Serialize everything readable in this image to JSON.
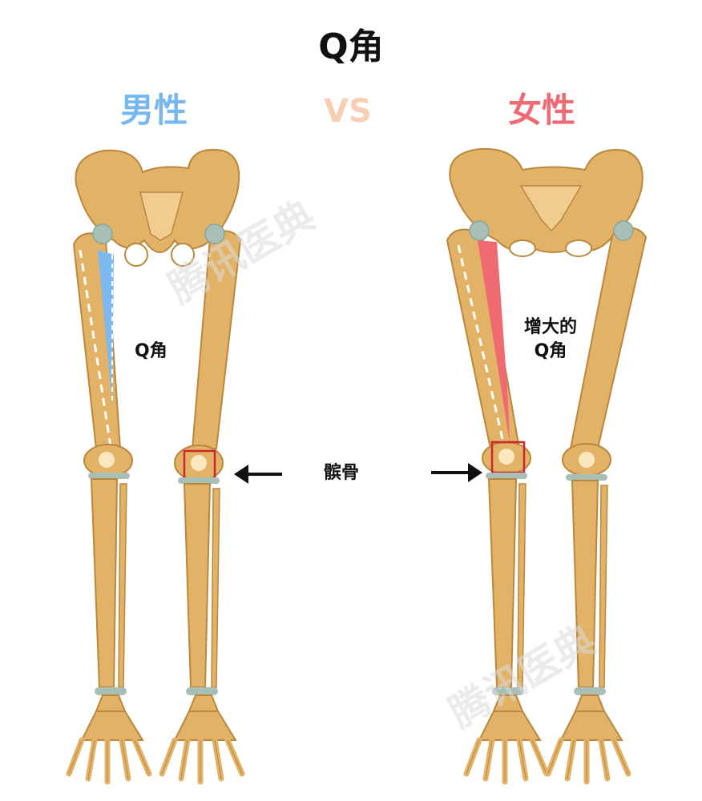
{
  "title": "Q角",
  "labels": {
    "male": "男性",
    "vs": "VS",
    "female": "女性"
  },
  "annotations": {
    "q_angle_male": "Q角",
    "q_angle_female_line1": "增大的",
    "q_angle_female_line2": "Q角",
    "patella": "髌骨"
  },
  "watermark": "腾讯医典",
  "colors": {
    "bone": "#e2b266",
    "bone_dark": "#b9873d",
    "male_angle": "#7db8ee",
    "female_angle": "#f06a72",
    "patella_box": "#d0262b",
    "cartilage": "#a8bfb6"
  }
}
